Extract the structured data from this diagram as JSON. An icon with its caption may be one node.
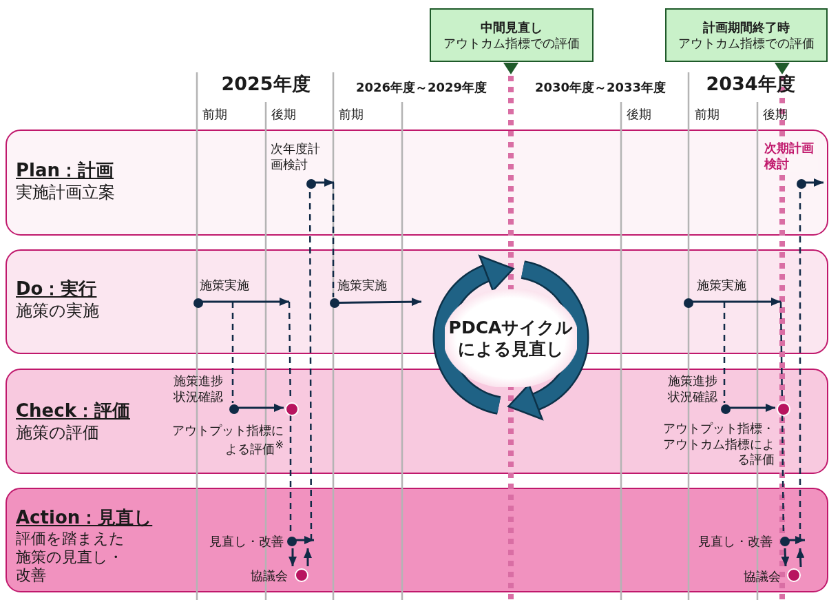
{
  "diagram": {
    "nodes": [
      {
        "text": [
          "Plan：計画",
          "実施計画立案"
        ]
      },
      {
        "text": [
          "Do：実行",
          "施策の実施"
        ]
      },
      {
        "text": [
          "Check：評価",
          "施策の評価"
        ]
      },
      {
        "text": [
          "Action：見直し",
          "評価を踏まえた施策の見直し・改善"
        ]
      },
      {
        "text": [
          "中間見直し",
          "アウトカム指標での評価"
        ]
      },
      {
        "text": [
          "計画期間終了時",
          "アウトカム指標での評価"
        ]
      },
      {
        "text": [
          "PDCAサイクルによる見直し"
        ]
      },
      {
        "text": [],
        "shape": "circle",
        "in": 1
      },
      {
        "text": [],
        "shape": "circle",
        "in": 2,
        "beside": [
          "施策進捗状況確認"
        ]
      },
      {
        "text": [],
        "shape": "circle",
        "in": 2,
        "beside": [
          "アウトプット指標による評価$^{※}$"
        ]
      },
      {
        "text": [],
        "shape": "circle",
        "in": 3,
        "beside": [
          "見直し・改善"
        ]
      },
      {
        "text": [],
        "shape": "circle",
        "in": 3,
        "beside": [
          "協議会"
        ]
      },
      {
        "text": [],
        "shape": "circle",
        "in": 0,
        "beside": [
          "次年度計画検討"
        ]
      },
      {
        "text": [],
        "shape": "circle",
        "in": 1
      },
      {
        "text": [],
        "shape": "circle",
        "in": 1
      },
      {
        "text": [],
        "shape": "circle",
        "in": 2,
        "beside": [
          "施策進捗状況確認"
        ]
      },
      {
        "text": [],
        "shape": "circle",
        "in": 2,
        "beside": [
          "アウトプット指標・アウトカム指標による評価"
        ]
      },
      {
        "text": [],
        "shape": "circle",
        "in": 3,
        "beside": [
          "見直し・改善"
        ]
      },
      {
        "text": [],
        "shape": "circle",
        "in": 3,
        "beside": [
          "協議会"
        ]
      },
      {
        "text": [],
        "shape": "circle",
        "in": 0,
        "beside": [
          "次期計画検討"
        ]
      }
    ],
    "edges": [
      {
        "from": 7,
        "to": null,
        "arrow": "to",
        "label": "施策実施"
      },
      {
        "from": null,
        "to": 8,
        "arrow": "none",
        "style": "dashed"
      },
      {
        "from": null,
        "to": 9,
        "arrow": "none",
        "style": "dashed"
      },
      {
        "from": 8,
        "to": 9,
        "arrow": "to"
      },
      {
        "from": 9,
        "to": 10,
        "arrow": "none",
        "style": "dashed"
      },
      {
        "from": 10,
        "to": null,
        "arrow": "to"
      },
      {
        "from": null,
        "to": 12,
        "arrow": "none",
        "style": "dashed"
      },
      {
        "from": 10,
        "to": 11,
        "arrow": "to"
      },
      {
        "from": 11,
        "to": 10,
        "arrow": "to"
      },
      {
        "from": 12,
        "to": null,
        "arrow": "to"
      },
      {
        "from": null,
        "to": 13,
        "arrow": "none",
        "style": "dashed"
      },
      {
        "from": 13,
        "to": 6,
        "arrow": "to",
        "label": "施策実施"
      },
      {
        "from": 14,
        "to": null,
        "arrow": "to",
        "label": "施策実施"
      },
      {
        "from": null,
        "to": 15,
        "arrow": "none",
        "style": "dashed"
      },
      {
        "from": null,
        "to": 16,
        "arrow": "none",
        "style": "dashed"
      },
      {
        "from": 15,
        "to": 16,
        "arrow": "to"
      },
      {
        "from": 16,
        "to": 17,
        "arrow": "none",
        "style": "dashed"
      },
      {
        "from": 17,
        "to": null,
        "arrow": "to"
      },
      {
        "from": null,
        "to": 19,
        "arrow": "none",
        "style": "dashed"
      },
      {
        "from": 17,
        "to": 18,
        "arrow": "to"
      },
      {
        "from": 18,
        "to": 17,
        "arrow": "to"
      },
      {
        "from": 19,
        "to": null,
        "arrow": "to"
      }
    ],
    "labels": [
      "2025年度",
      "2026年度～2029年度",
      "2030年度～2033年度",
      "2034年度",
      "前期",
      "後期",
      "前期",
      "後期",
      "前期",
      "後期"
    ]
  }
}
